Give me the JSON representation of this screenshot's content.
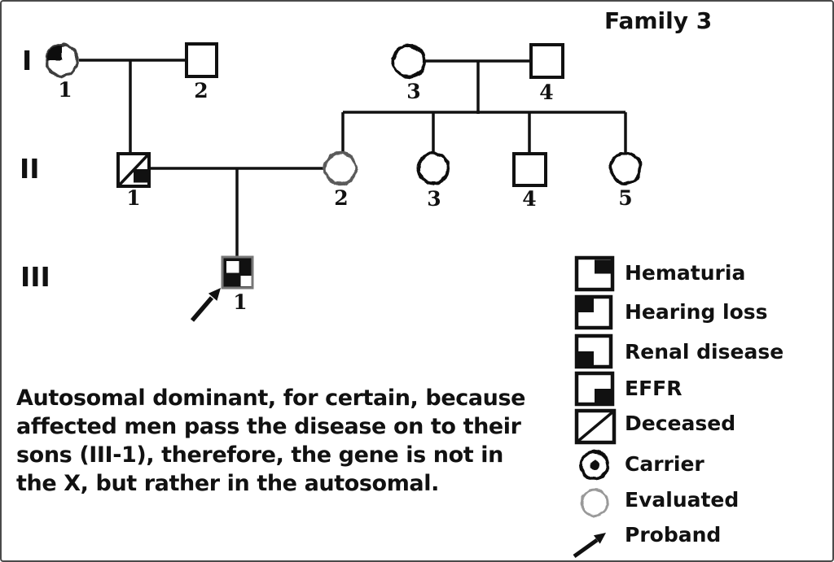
{
  "title": "Family 3",
  "pedigree": {
    "generations": [
      {
        "label": "I",
        "individuals": [
          {
            "num": "1",
            "sex": "female",
            "conditions": [
              "Hearing loss"
            ],
            "evaluated": true
          },
          {
            "num": "2",
            "sex": "male",
            "conditions": []
          },
          {
            "num": "3",
            "sex": "female",
            "conditions": [],
            "evaluated": true
          },
          {
            "num": "4",
            "sex": "male",
            "conditions": []
          }
        ]
      },
      {
        "label": "II",
        "individuals": [
          {
            "num": "1",
            "sex": "male",
            "conditions": [
              "EFFR"
            ],
            "deceased": true
          },
          {
            "num": "2",
            "sex": "female",
            "conditions": [],
            "evaluated": true
          },
          {
            "num": "3",
            "sex": "female",
            "conditions": [],
            "evaluated": true
          },
          {
            "num": "4",
            "sex": "male",
            "conditions": []
          },
          {
            "num": "5",
            "sex": "female",
            "conditions": [],
            "evaluated": true
          }
        ]
      },
      {
        "label": "III",
        "individuals": [
          {
            "num": "1",
            "sex": "male",
            "conditions": [
              "Hematuria",
              "Renal disease"
            ],
            "proband": true
          }
        ]
      }
    ]
  },
  "legend": {
    "items": [
      {
        "label": "Hematuria",
        "symbol": "square-top-right-quadrant-filled"
      },
      {
        "label": "Hearing loss",
        "symbol": "square-top-left-quadrant-filled"
      },
      {
        "label": "Renal disease",
        "symbol": "square-bottom-left-quadrant-filled"
      },
      {
        "label": "EFFR",
        "symbol": "square-bottom-right-quadrant-filled"
      },
      {
        "label": "Deceased",
        "symbol": "square-diagonal-slash"
      },
      {
        "label": "Carrier",
        "symbol": "circle-with-center-dot"
      },
      {
        "label": "Evaluated",
        "symbol": "gray-outline-circle"
      },
      {
        "label": "Proband",
        "symbol": "arrow"
      }
    ]
  },
  "caption": {
    "lines": [
      "Autosomal dominant, for certain, because",
      "affected men pass the disease on to their",
      "sons (III-1), therefore, the gene is not in",
      "the X, but rather in the autosomal."
    ]
  },
  "colors": {
    "ink": "#111111",
    "evaluated_gray": "#8a8a8a",
    "background": "#ffffff"
  }
}
